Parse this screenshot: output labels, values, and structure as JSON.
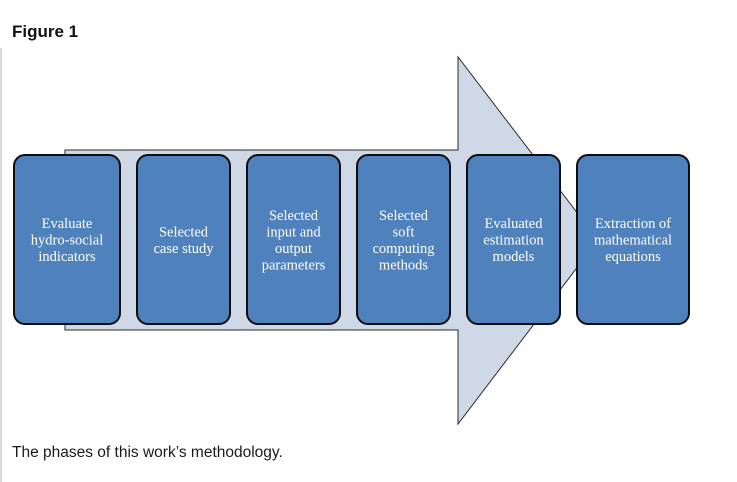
{
  "figure": {
    "title": "Figure 1",
    "caption": "The phases of this work’s methodology."
  },
  "colors": {
    "arrow_fill": "#cfd8e6",
    "arrow_stroke": "#2b2b2b",
    "box_fill": "#4f81bd",
    "box_stroke": "#0d0d0d",
    "box_text": "#ffffff"
  },
  "steps": [
    {
      "lines": [
        "Evaluate",
        "hydro-social",
        "indicators"
      ]
    },
    {
      "lines": [
        "Selected",
        "case study"
      ]
    },
    {
      "lines": [
        "Selected",
        "input and",
        "output",
        "parameters"
      ]
    },
    {
      "lines": [
        "Selected",
        "soft",
        "computing",
        "methods"
      ]
    },
    {
      "lines": [
        "Evaluated",
        "estimation",
        "models"
      ]
    },
    {
      "lines": [
        "Extraction of",
        "mathematical",
        "equations"
      ]
    }
  ]
}
